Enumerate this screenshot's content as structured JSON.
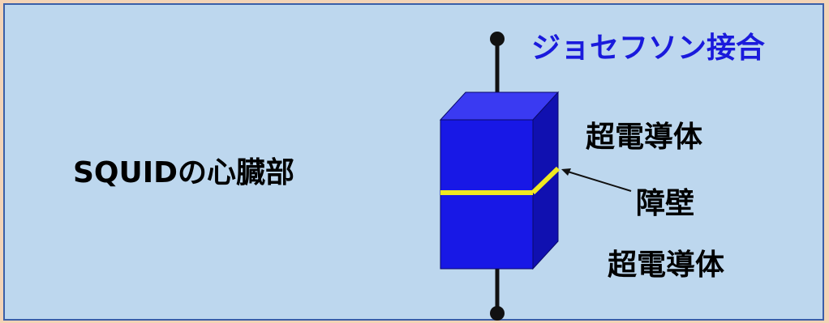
{
  "title": "SQUIDの心臓部",
  "junction_label": "ジョセフソン接合",
  "superconductor_top_label": "超電導体",
  "barrier_label": "障壁",
  "superconductor_bottom_label": "超電導体",
  "colors": {
    "panel_fill": "#bdd7ee",
    "panel_border": "#3a5fa8",
    "outer_background": "#f3d3b6",
    "block_front": "#1818e6",
    "block_side": "#1010b0",
    "block_top": "#3a3af2",
    "barrier": "#f0ea20",
    "junction_label": "#1a1adc"
  }
}
